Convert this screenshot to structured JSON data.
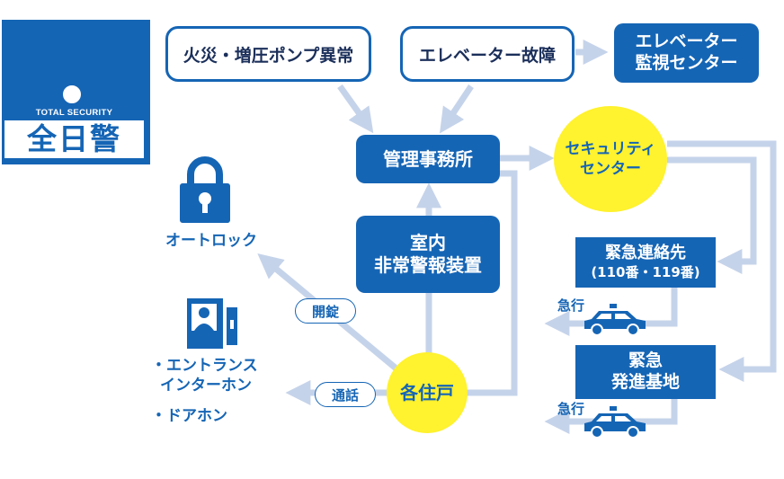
{
  "logo": {
    "subtitle": "TOTAL SECURITY",
    "name": "全日警"
  },
  "boxes": {
    "fire_pump": "火災・増圧ポンプ異常",
    "elevator_fault": "エレベーター故障",
    "elevator_center_line1": "エレベーター",
    "elevator_center_line2": "監視センター",
    "management_office": "管理事務所",
    "indoor_alarm_line1": "室内",
    "indoor_alarm_line2": "非常警報装置",
    "emergency_contact_line1": "緊急連絡先",
    "emergency_contact_line2": "(110番・119番)",
    "emergency_base_line1": "緊急",
    "emergency_base_line2": "発進基地"
  },
  "circles": {
    "security_center_line1": "セキュリティ",
    "security_center_line2": "センター",
    "each_unit": "各住戸"
  },
  "labels": {
    "auto_lock": "オートロック",
    "unlock": "開錠",
    "call": "通話",
    "entrance_line1": "・エントランス",
    "entrance_line2": "インターホン",
    "door_phone": "・ドアホン",
    "rush_1": "急行",
    "rush_2": "急行"
  },
  "colors": {
    "brand_blue": "#1565b5",
    "arrow_blue": "#c5d3ea",
    "highlight_yellow": "#fff22e"
  }
}
